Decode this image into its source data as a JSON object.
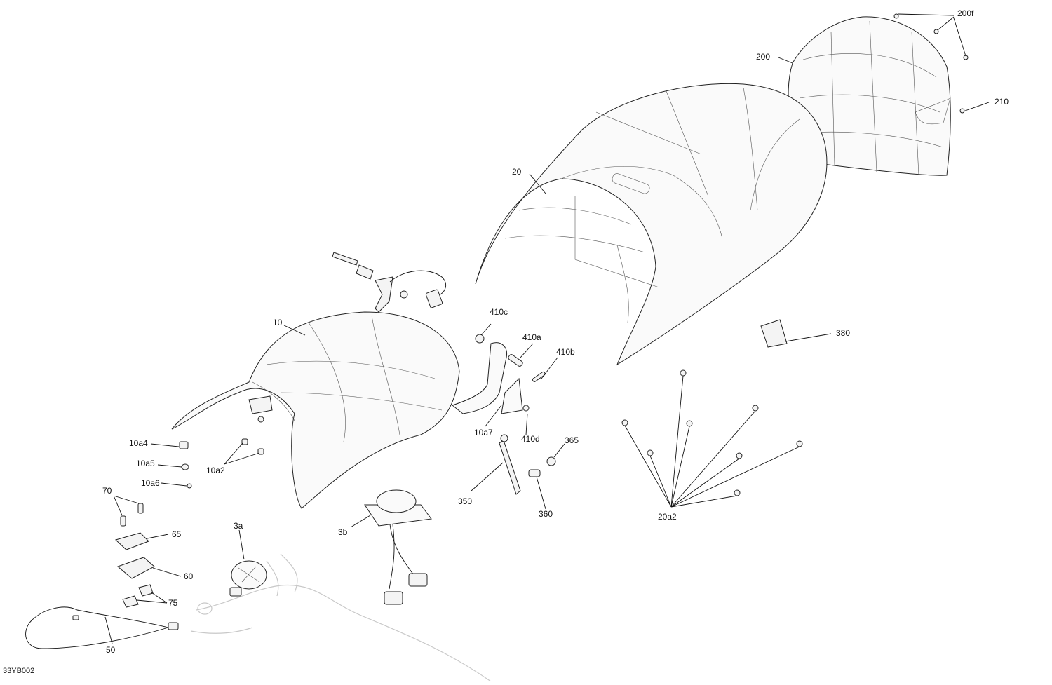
{
  "drawing_id": "33YB002",
  "callouts": [
    {
      "key": "c200f",
      "text": "200f"
    },
    {
      "key": "c200",
      "text": "200"
    },
    {
      "key": "c210",
      "text": "210"
    },
    {
      "key": "c20",
      "text": "20"
    },
    {
      "key": "c380",
      "text": "380"
    },
    {
      "key": "c10",
      "text": "10"
    },
    {
      "key": "c410c",
      "text": "410c"
    },
    {
      "key": "c410a",
      "text": "410a"
    },
    {
      "key": "c410b",
      "text": "410b"
    },
    {
      "key": "c10a7",
      "text": "10a7"
    },
    {
      "key": "c410d",
      "text": "410d"
    },
    {
      "key": "c365",
      "text": "365"
    },
    {
      "key": "c350",
      "text": "350"
    },
    {
      "key": "c360",
      "text": "360"
    },
    {
      "key": "c20a2",
      "text": "20a2"
    },
    {
      "key": "c10a4",
      "text": "10a4"
    },
    {
      "key": "c10a5",
      "text": "10a5"
    },
    {
      "key": "c10a6",
      "text": "10a6"
    },
    {
      "key": "c10a2",
      "text": "10a2"
    },
    {
      "key": "c70",
      "text": "70"
    },
    {
      "key": "c65",
      "text": "65"
    },
    {
      "key": "c60",
      "text": "60"
    },
    {
      "key": "c75",
      "text": "75"
    },
    {
      "key": "c50",
      "text": "50"
    },
    {
      "key": "c3a",
      "text": "3a"
    },
    {
      "key": "c3b",
      "text": "3b"
    }
  ]
}
